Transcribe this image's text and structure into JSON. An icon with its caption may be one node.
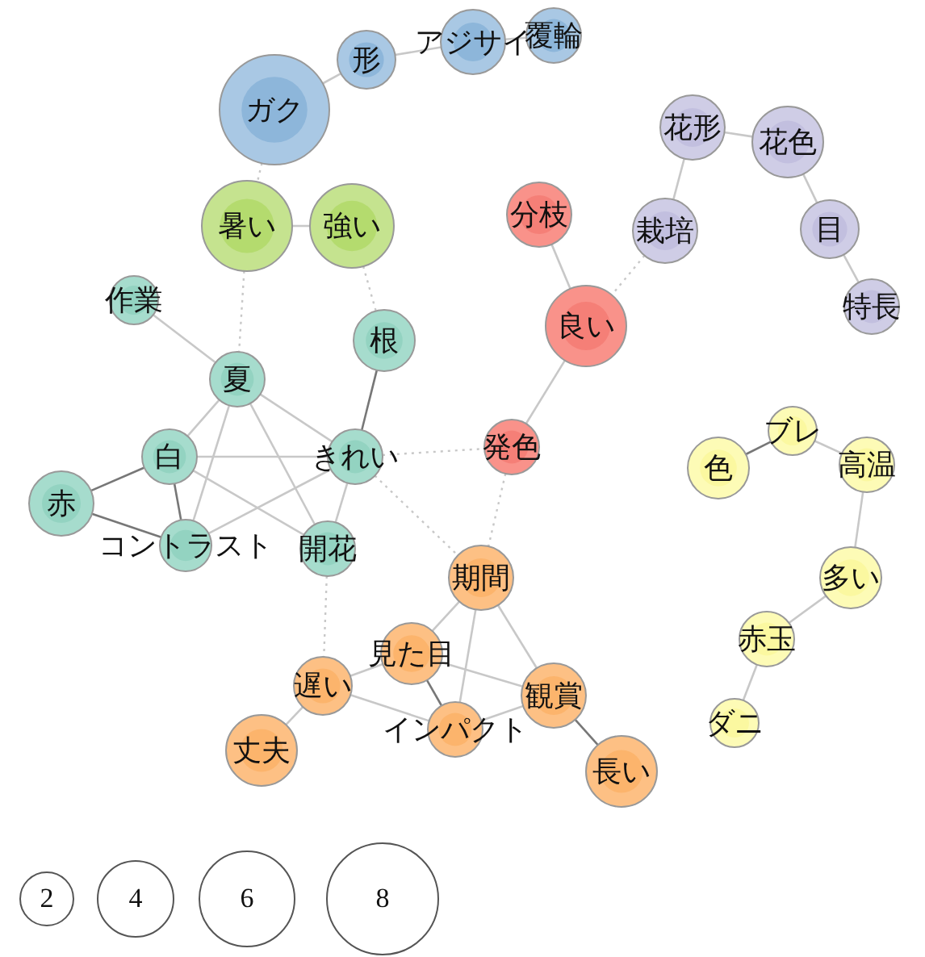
{
  "diagram": {
    "nodes": [
      {
        "text": [
          "ガク"
        ]
      },
      {
        "text": [
          "形"
        ]
      },
      {
        "text": [
          "アジサイ"
        ]
      },
      {
        "text": [
          "覆輪"
        ]
      },
      {
        "text": [
          "暑い"
        ]
      },
      {
        "text": [
          "強い"
        ]
      },
      {
        "text": [
          "分枝"
        ]
      },
      {
        "text": [
          "栽培"
        ]
      },
      {
        "text": [
          "花形"
        ]
      },
      {
        "text": [
          "花色"
        ]
      },
      {
        "text": [
          "目"
        ]
      },
      {
        "text": [
          "特長"
        ]
      },
      {
        "text": [
          "作業"
        ]
      },
      {
        "text": [
          "夏"
        ]
      },
      {
        "text": [
          "根"
        ]
      },
      {
        "text": [
          "良い"
        ]
      },
      {
        "text": [
          "白"
        ]
      },
      {
        "text": [
          "きれい"
        ]
      },
      {
        "text": [
          "発色"
        ]
      },
      {
        "text": [
          "赤"
        ]
      },
      {
        "text": [
          "コントラスト"
        ]
      },
      {
        "text": [
          "開花"
        ]
      },
      {
        "text": [
          "期間"
        ]
      },
      {
        "text": [
          "遅い"
        ]
      },
      {
        "text": [
          "見た目"
        ]
      },
      {
        "text": [
          "観賞"
        ]
      },
      {
        "text": [
          "丈夫"
        ]
      },
      {
        "text": [
          "インパクト"
        ]
      },
      {
        "text": [
          "長い"
        ]
      },
      {
        "text": [
          "色"
        ]
      },
      {
        "text": [
          "ブレ"
        ]
      },
      {
        "text": [
          "高温"
        ]
      },
      {
        "text": [
          "多い"
        ]
      },
      {
        "text": [
          "赤玉"
        ]
      },
      {
        "text": [
          "ダニ"
        ]
      }
    ],
    "edges": [
      {
        "from": 0,
        "to": 1,
        "arrow": "none"
      },
      {
        "from": 1,
        "to": 2,
        "arrow": "none"
      },
      {
        "from": 2,
        "to": 3,
        "arrow": "none"
      },
      {
        "from": 0,
        "to": 4,
        "arrow": "none",
        "style": "dashed"
      },
      {
        "from": 4,
        "to": 5,
        "arrow": "none"
      },
      {
        "from": 4,
        "to": 13,
        "arrow": "none",
        "style": "dashed"
      },
      {
        "from": 5,
        "to": 14,
        "arrow": "none",
        "style": "dashed"
      },
      {
        "from": 6,
        "to": 15,
        "arrow": "none"
      },
      {
        "from": 7,
        "to": 15,
        "arrow": "none",
        "style": "dashed"
      },
      {
        "from": 7,
        "to": 8,
        "arrow": "none"
      },
      {
        "from": 8,
        "to": 9,
        "arrow": "none"
      },
      {
        "from": 9,
        "to": 10,
        "arrow": "none"
      },
      {
        "from": 10,
        "to": 11,
        "arrow": "none"
      },
      {
        "from": 12,
        "to": 13,
        "arrow": "none"
      },
      {
        "from": 13,
        "to": 17,
        "arrow": "none"
      },
      {
        "from": 13,
        "to": 16,
        "arrow": "none"
      },
      {
        "from": 13,
        "to": 20,
        "arrow": "none"
      },
      {
        "from": 13,
        "to": 21,
        "arrow": "none"
      },
      {
        "from": 14,
        "to": 17,
        "arrow": "none",
        "color": "#777777"
      },
      {
        "from": 15,
        "to": 18,
        "arrow": "none"
      },
      {
        "from": 17,
        "to": 18,
        "arrow": "none",
        "style": "dashed"
      },
      {
        "from": 16,
        "to": 17,
        "arrow": "none"
      },
      {
        "from": 16,
        "to": 19,
        "arrow": "none",
        "color": "#777777"
      },
      {
        "from": 16,
        "to": 20,
        "arrow": "none",
        "color": "#777777"
      },
      {
        "from": 16,
        "to": 21,
        "arrow": "none"
      },
      {
        "from": 19,
        "to": 20,
        "arrow": "none",
        "color": "#777777"
      },
      {
        "from": 17,
        "to": 20,
        "arrow": "none"
      },
      {
        "from": 17,
        "to": 21,
        "arrow": "none"
      },
      {
        "from": 17,
        "to": 22,
        "arrow": "none",
        "style": "dashed"
      },
      {
        "from": 18,
        "to": 22,
        "arrow": "none",
        "style": "dashed"
      },
      {
        "from": 21,
        "to": 23,
        "arrow": "none",
        "style": "dashed"
      },
      {
        "from": 22,
        "to": 24,
        "arrow": "none"
      },
      {
        "from": 22,
        "to": 27,
        "arrow": "none"
      },
      {
        "from": 22,
        "to": 25,
        "arrow": "none"
      },
      {
        "from": 23,
        "to": 24,
        "arrow": "none"
      },
      {
        "from": 23,
        "to": 27,
        "arrow": "none"
      },
      {
        "from": 23,
        "to": 26,
        "arrow": "none"
      },
      {
        "from": 24,
        "to": 27,
        "arrow": "none",
        "color": "#777777"
      },
      {
        "from": 24,
        "to": 25,
        "arrow": "none"
      },
      {
        "from": 27,
        "to": 25,
        "arrow": "none"
      },
      {
        "from": 25,
        "to": 28,
        "arrow": "none",
        "color": "#777777"
      },
      {
        "from": 29,
        "to": 30,
        "arrow": "none",
        "color": "#777777"
      },
      {
        "from": 30,
        "to": 31,
        "arrow": "none"
      },
      {
        "from": 31,
        "to": 32,
        "arrow": "none"
      },
      {
        "from": 32,
        "to": 33,
        "arrow": "none"
      },
      {
        "from": 33,
        "to": 34,
        "arrow": "none"
      }
    ],
    "labels": [
      "2",
      "4",
      "6",
      "8"
    ]
  }
}
